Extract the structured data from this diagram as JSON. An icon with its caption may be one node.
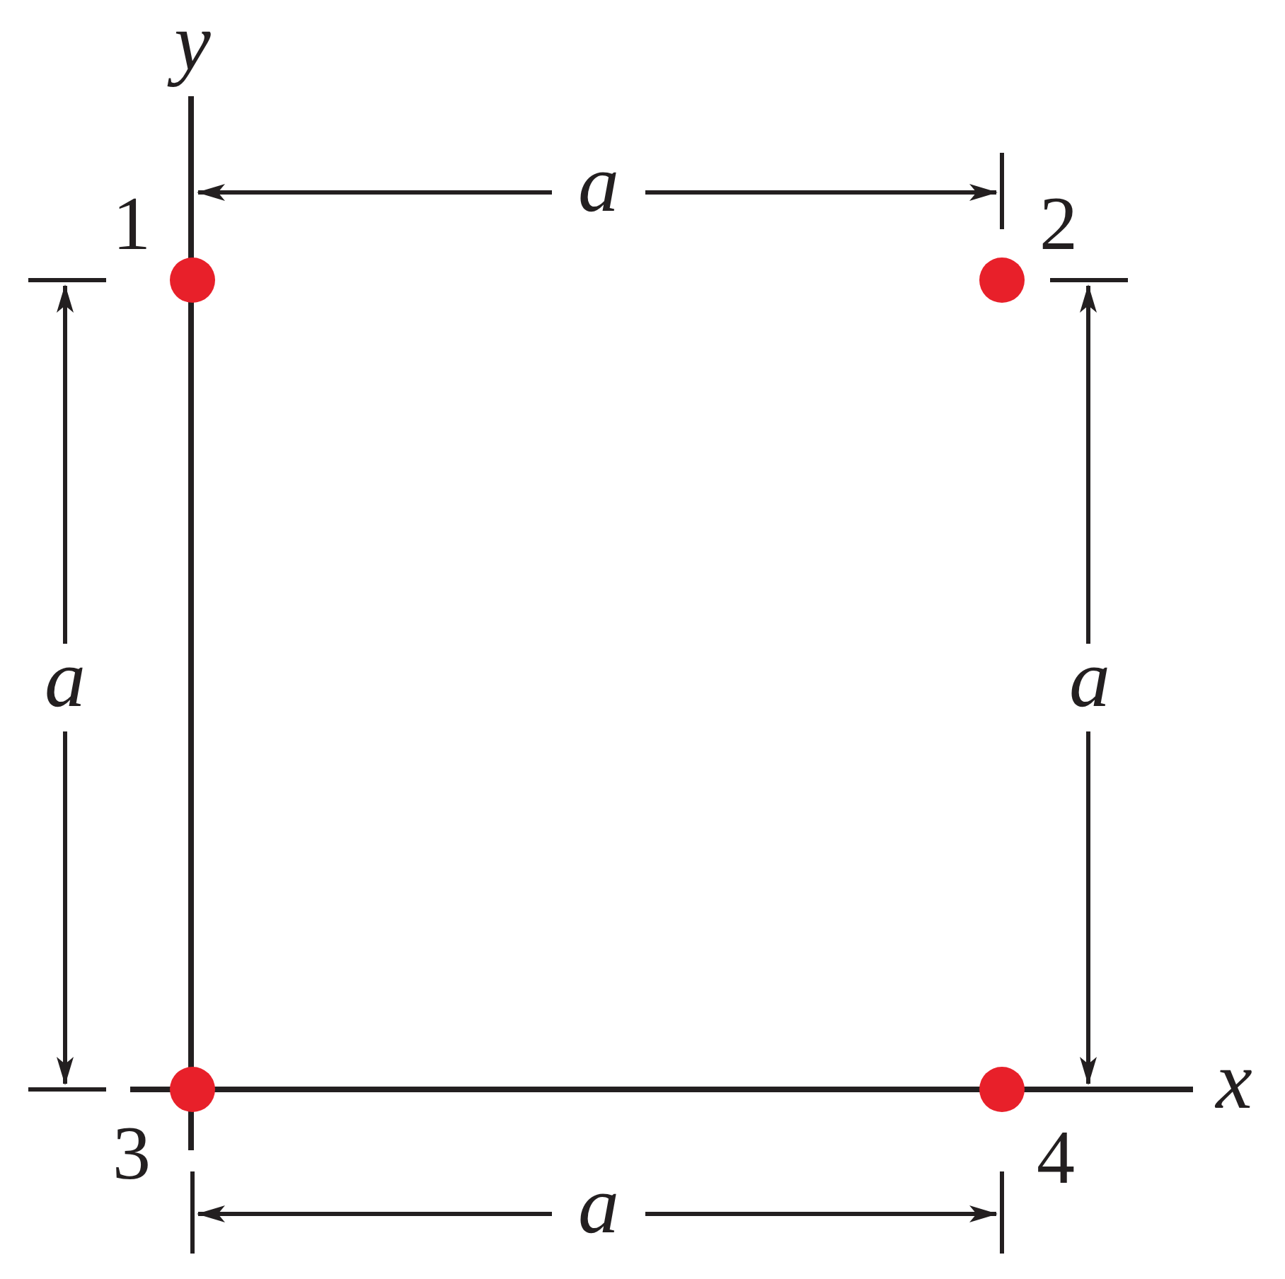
{
  "diagram": {
    "nodes": [
      {
        "text": [],
        "shape": "circle",
        "beside": [
          "1"
        ]
      },
      {
        "text": [],
        "shape": "circle",
        "beside": [
          "2"
        ]
      },
      {
        "text": [],
        "shape": "circle",
        "beside": [
          "3"
        ]
      },
      {
        "text": [],
        "shape": "circle",
        "beside": [
          "4"
        ]
      }
    ],
    "edges": [],
    "labels": [
      "y",
      "a",
      "a",
      "a",
      "x",
      "a"
    ]
  }
}
